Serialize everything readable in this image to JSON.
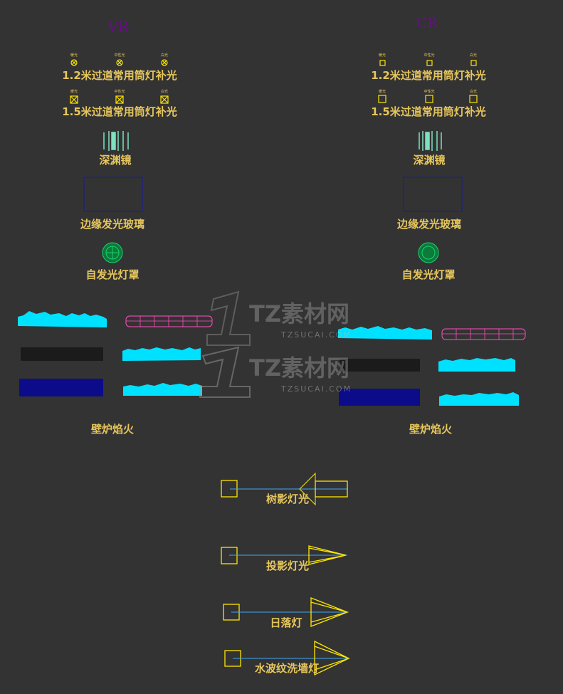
{
  "columns": [
    {
      "title": "VR",
      "downlight_12": {
        "label": "1.2米过道常用筒灯补光",
        "types": [
          "暖光",
          "中性光",
          "白光"
        ]
      },
      "downlight_15": {
        "label": "1.5米过道常用筒灯补光",
        "types": [
          "暖光",
          "中性光",
          "白光"
        ]
      },
      "abyss_mirror": "深渊镜",
      "edge_glass": "边缘发光玻璃",
      "lampshade": "自发光灯罩",
      "fireplace": "壁炉焰火"
    },
    {
      "title": "CR",
      "downlight_12": {
        "label": "1.2米过道常用筒灯补光",
        "types": [
          "暖光",
          "中性光",
          "白光"
        ]
      },
      "downlight_15": {
        "label": "1.5米过道常用筒灯补光",
        "types": [
          "暖光",
          "中性光",
          "白光"
        ]
      },
      "abyss_mirror": "深渊镜",
      "edge_glass": "边缘发光玻璃",
      "lampshade": "自发光灯罩",
      "fireplace": "壁炉焰火"
    }
  ],
  "lights": [
    "树影灯光",
    "投影灯光",
    "日落灯",
    "水波纹洗墙灯"
  ],
  "watermark": {
    "brand": "TZ素材网",
    "url": "TZSUCAI.COM"
  },
  "colors": {
    "background": "#333333",
    "label": "#e6c65c",
    "title": "#6a0d8a",
    "cyan": "#00e1ff",
    "pink": "#ff4fbf",
    "navy": "#0c0c8a",
    "yellow": "#ffe600",
    "beam": "#3fa9f5"
  }
}
